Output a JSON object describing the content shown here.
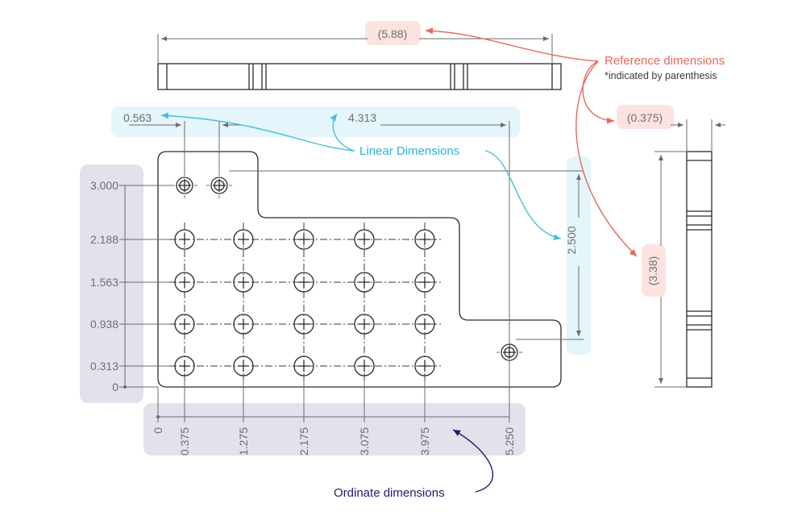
{
  "colors": {
    "reference": "#e8675f",
    "reference_bg": "#fde3e0",
    "linear": "#46bfdc",
    "linear_bg": "#e4f5fb",
    "ordinate": "#1f1a6e",
    "ordinate_bg": "#e3e1ec",
    "geometry": "#2b2b2b",
    "dimension_line": "#6b6b6b"
  },
  "annotations": {
    "reference_title": "Reference dimensions",
    "reference_note": "*indicated by parenthesis",
    "linear_title": "Linear Dimensions",
    "ordinate_title": "Ordinate dimensions"
  },
  "reference_dims": {
    "overall_length": "(5.88)",
    "thickness": "(0.375)",
    "height": "(3.38)"
  },
  "linear_dims": {
    "hole_spacing": "0.563",
    "hole_to_hole": "4.313",
    "vertical": "2.500"
  },
  "ordinate_y": [
    "3.000",
    "2.188",
    "1.563",
    "0.938",
    "0.313",
    "0"
  ],
  "ordinate_x": [
    "0",
    "0.375",
    "1.275",
    "2.175",
    "3.075",
    "3.975",
    "5.250"
  ]
}
